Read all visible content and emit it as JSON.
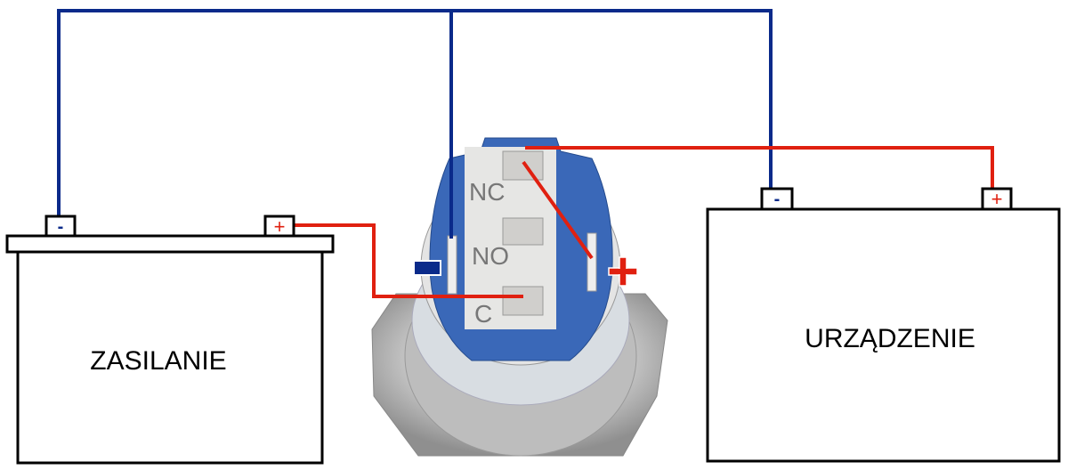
{
  "power_source": {
    "label": "ZASILANIE",
    "minus": "-",
    "plus": "+"
  },
  "device": {
    "label": "URZĄDZENIE",
    "minus": "-",
    "plus": "+"
  },
  "switch": {
    "pin_nc": "NC",
    "pin_no": "NO",
    "pin_c": "C",
    "led_minus": "-",
    "led_plus": "+"
  },
  "colors": {
    "negative_wire": "#0a2a8a",
    "positive_wire": "#e02010",
    "switch_body": "#3a68b8",
    "metal": "#c8c8c8"
  }
}
